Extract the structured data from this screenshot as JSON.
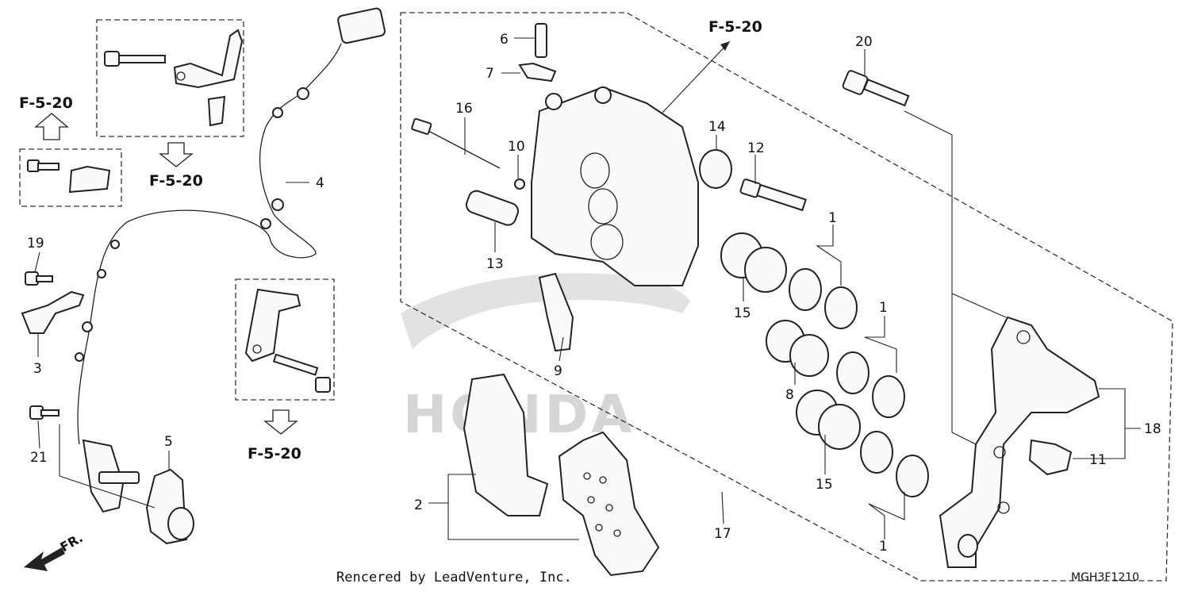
{
  "reference_label": "F-5-20",
  "front_label": "FR.",
  "watermark": "HONDA",
  "credit": "Rencered by LeadVenture, Inc.",
  "diagram_code": "MGH3F1210",
  "callouts": {
    "c1": "1",
    "c2": "2",
    "c3": "3",
    "c4": "4",
    "c5": "5",
    "c6": "6",
    "c7": "7",
    "c8": "8",
    "c9": "9",
    "c10": "10",
    "c11": "11",
    "c12": "12",
    "c13": "13",
    "c14": "14",
    "c15": "15",
    "c16": "16",
    "c17": "17",
    "c18": "18",
    "c19": "19",
    "c20": "20",
    "c21": "21"
  }
}
